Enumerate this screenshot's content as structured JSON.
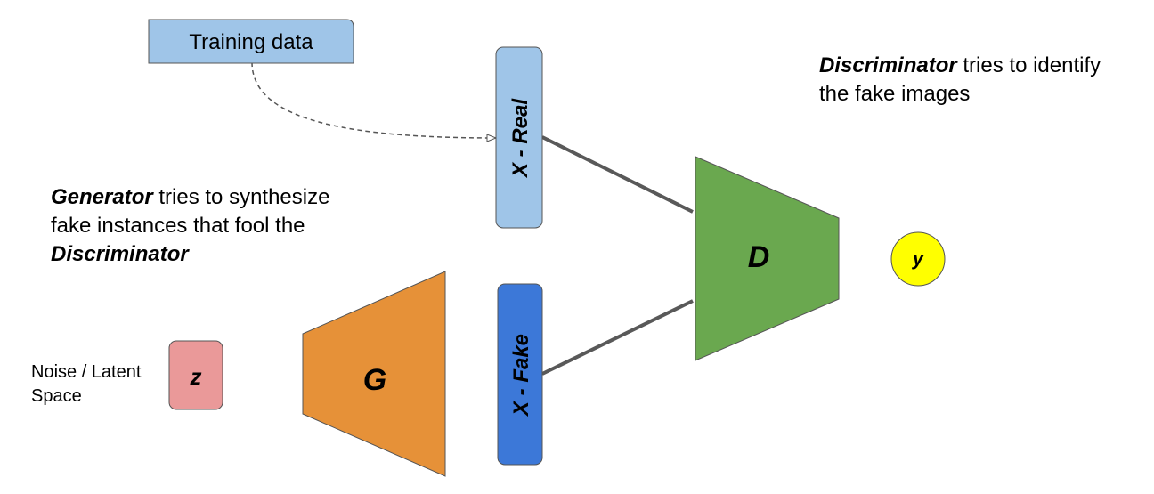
{
  "nodes": {
    "training_data": {
      "label": "Training data",
      "color": "#9fc5e8"
    },
    "x_real": {
      "label": "X - Real",
      "color": "#9fc5e8"
    },
    "x_fake": {
      "label": "X - Fake",
      "color": "#3c78d8"
    },
    "discriminator": {
      "label": "D",
      "color": "#6aa84f"
    },
    "generator": {
      "label": "G",
      "color": "#e69138"
    },
    "z": {
      "label": "z",
      "color": "#ea9999"
    },
    "y": {
      "label": "y",
      "color": "#ffff00"
    }
  },
  "noise_label": {
    "line1": "Noise / Latent",
    "line2": "Space"
  },
  "discriminator_caption": {
    "bold": "Discriminator",
    "text_1": " tries to identify",
    "text_2": "the fake images"
  },
  "generator_caption": {
    "bold_1": "Generator",
    "text_1": " tries to synthesize",
    "text_2": "fake instances that fool the",
    "bold_2": "Discriminator"
  }
}
